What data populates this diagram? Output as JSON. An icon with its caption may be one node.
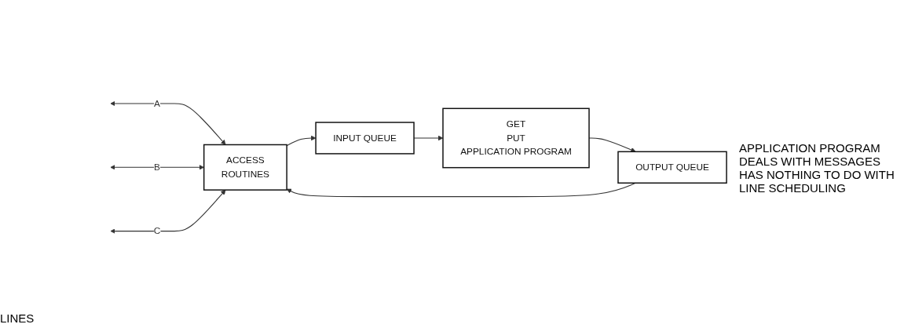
{
  "diagram": {
    "nodes": [
      {
        "text": [
          "ACCESS",
          "ROUTINES"
        ]
      },
      {
        "text": [
          "INPUT QUEUE"
        ]
      },
      {
        "text": [
          "GET",
          "PUT",
          "APPLICATION PROGRAM"
        ]
      },
      {
        "text": [
          "OUTPUT QUEUE"
        ]
      }
    ],
    "edges": [
      {
        "from": null,
        "to": 0,
        "arrow": "both",
        "label": "A"
      },
      {
        "from": null,
        "to": 0,
        "arrow": "both",
        "label": "B"
      },
      {
        "from": null,
        "to": 0,
        "arrow": "both",
        "label": "C"
      },
      {
        "from": 0,
        "to": 1,
        "arrow": "to"
      },
      {
        "from": 1,
        "to": 2,
        "arrow": "to"
      },
      {
        "from": 2,
        "to": 3,
        "arrow": "to"
      },
      {
        "from": 3,
        "to": 0,
        "arrow": "to"
      }
    ],
    "labels": [
      "LINES",
      "APPLICATION PROGRAM DEALS WITH MESSAGES HAS NOTHING TO DO WITH LINE SCHEDULING"
    ]
  }
}
